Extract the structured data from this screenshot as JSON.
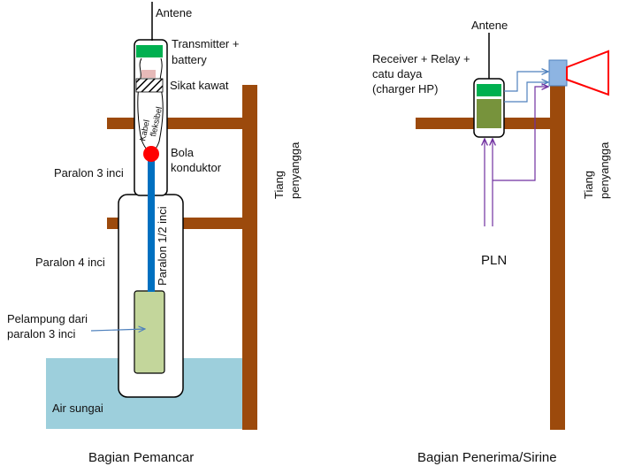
{
  "left": {
    "antenna_label": "Antene",
    "transmitter_label_1": "Transmitter +",
    "transmitter_label_2": "battery",
    "brush_label": "Sikat kawat",
    "cable_label_1": "Kabel",
    "cable_label_2": "fleksibel",
    "ball_label_1": "Bola",
    "ball_label_2": "konduktor",
    "pipe3_label": "Paralon 3 inci",
    "pipe4_label": "Paralon 4 inci",
    "rod_label": "Paralon 1/2 inci",
    "float_label_1": "Pelampung dari",
    "float_label_2": "paralon 3 inci",
    "water_label": "Air sungai",
    "pole_label_1": "Tiang",
    "pole_label_2": "penyangga",
    "caption": "Bagian Pemancar"
  },
  "right": {
    "antenna_label": "Antene",
    "receiver_label_1": "Receiver + Relay +",
    "receiver_label_2": "catu daya",
    "receiver_label_3": "(charger HP)",
    "power_label": "PLN",
    "pole_label_1": "Tiang",
    "pole_label_2": "penyangga",
    "caption": "Bagian Penerima/Sirine"
  },
  "colors": {
    "wood": "#9C4A0C",
    "water": "#9DCFDC",
    "green": "#00B050",
    "olive": "#77933C",
    "float": "#C3D69B",
    "rod": "#0070C0",
    "ball": "#FF0000",
    "wire_blue": "#4F81BD",
    "wire_purple": "#7030A0",
    "horn_red": "#FF0000",
    "horn_box": "#8DB4E2",
    "pink": "#E6B9B8"
  }
}
